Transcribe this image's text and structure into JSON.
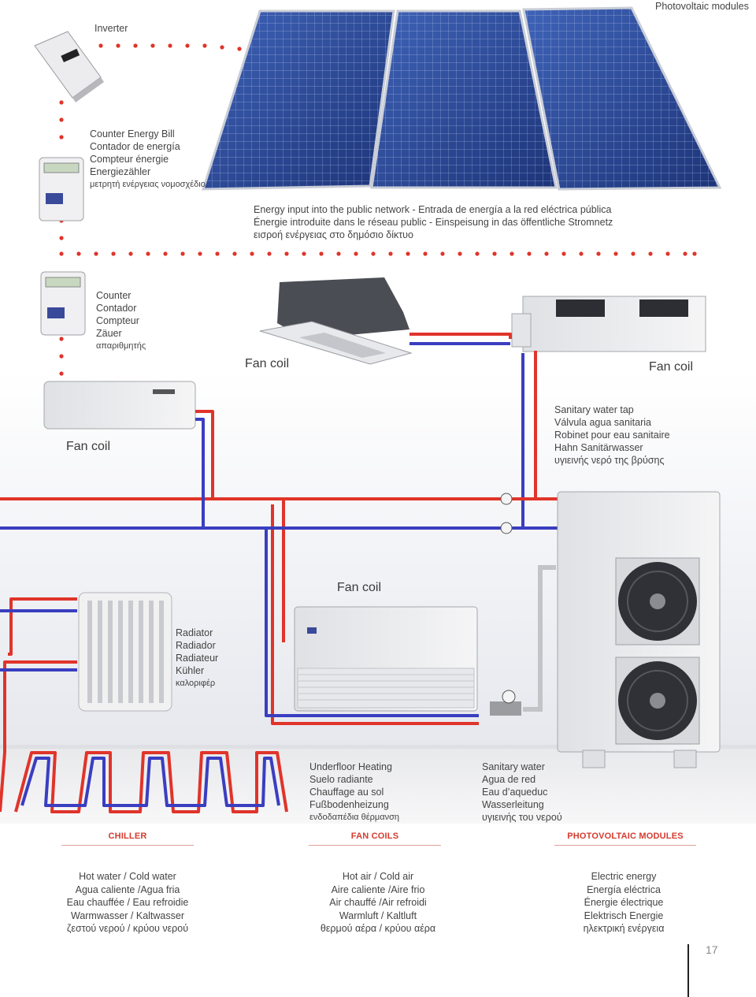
{
  "labels": {
    "photovoltaic_modules": "Photovoltaic modules",
    "inverter": "Inverter",
    "counter_energy_bill": [
      "Counter Energy Bill",
      "Contador de energía",
      "Compteur énergie",
      "Energiezähler",
      "μετρητή ενέργειας νομοσχέδιο"
    ],
    "energy_input": [
      "Energy input into the public network - Entrada de energía a la red eléctrica pública",
      "Énergie introduite dans le réseau public - Einspeisung in das öffentliche Stromnetz",
      "εισροή ενέργειας στο δημόσιο δίκτυο"
    ],
    "counter": [
      "Counter",
      "Contador",
      "Compteur",
      "Zäuer",
      "απαριθμητής"
    ],
    "fan_coil_cassette": "Fan coil",
    "fan_coil_ducted": "Fan coil",
    "fan_coil_wall": "Fan coil",
    "fan_coil_floor": "Fan coil",
    "sanitary_tap": [
      "Sanitary water tap",
      "Válvula agua sanitaria",
      "Robinet pour eau sanitaire",
      "Hahn Sanitärwasser",
      "υγιεινής νερό της βρύσης"
    ],
    "radiator": [
      "Radiator",
      "Radiador",
      "Radiateur",
      "Kühler",
      "καλοριφέρ"
    ],
    "underfloor": [
      "Underfloor Heating",
      "Suelo radiante",
      "Chauffage au sol",
      "Fußbodenheizung",
      "ενδοδαπέδια θέρμανση"
    ],
    "sanitary_water": [
      "Sanitary water",
      "Agua de red",
      "Eau d’aqueduc",
      "Wasserleitung",
      "υγιεινής του νερού"
    ]
  },
  "columns": [
    {
      "title": "CHILLER",
      "lines": [
        "Hot water / Cold water",
        "Agua caliente /Agua fria",
        "Eau chauffée / Eau refroidie",
        "Warmwasser / Kaltwasser",
        "ζεστού νερού / κρύου νερού"
      ]
    },
    {
      "title": "FAN COILS",
      "lines": [
        "Hot air / Cold air",
        "Aire caliente /Aire frio",
        "Air chauffé /Air refroidi",
        "Warmluft / Kaltluft",
        "θερμού αέρα / κρύου αέρα"
      ]
    },
    {
      "title": "PHOTOVOLTAIC MODULES",
      "lines": [
        "Electric energy",
        "Energía eléctrica",
        "Énergie électrique",
        "Elektrisch Energie",
        "ηλεκτρική ενέργεια"
      ]
    }
  ],
  "page_number": "17",
  "colors": {
    "hot_pipe": "#e0342a",
    "cold_pipe": "#3a3ec0",
    "dots": "#e0342a",
    "panel": "#2a4a9a",
    "header_red": "#d63a2e"
  },
  "icons": [
    "inverter-icon",
    "energy-meter-icon",
    "solar-panel-icon",
    "cassette-fan-coil-icon",
    "ducted-fan-coil-icon",
    "wall-fan-coil-icon",
    "radiator-icon",
    "floor-fan-coil-icon",
    "chiller-unit-icon",
    "valve-icon",
    "underfloor-heating-icon"
  ]
}
